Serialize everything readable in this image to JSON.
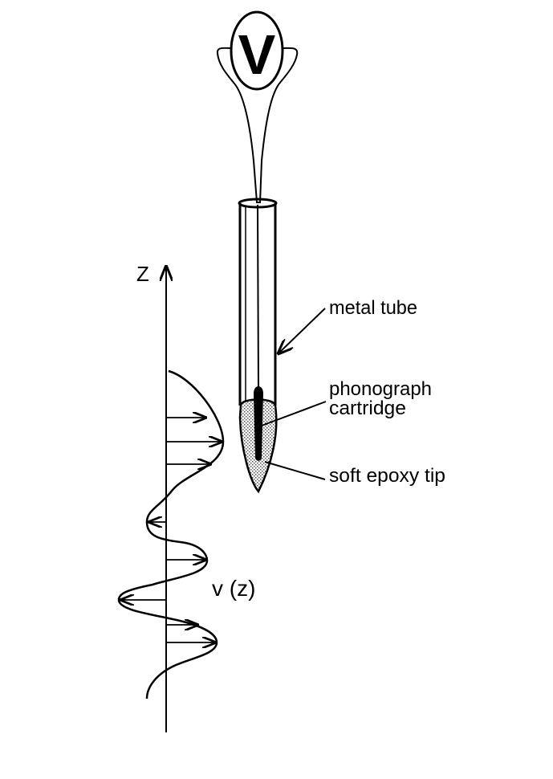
{
  "labels": {
    "logo_letter": "V",
    "metal_tube": "metal tube",
    "cartridge_line1": "phonograph",
    "cartridge_line2": "cartridge",
    "epoxy_tip": "soft epoxy tip",
    "axis_z": "Z",
    "velocity_profile": "v (z)"
  },
  "colors": {
    "ink": "#000000",
    "background": "#ffffff",
    "stipple": "#999999"
  }
}
